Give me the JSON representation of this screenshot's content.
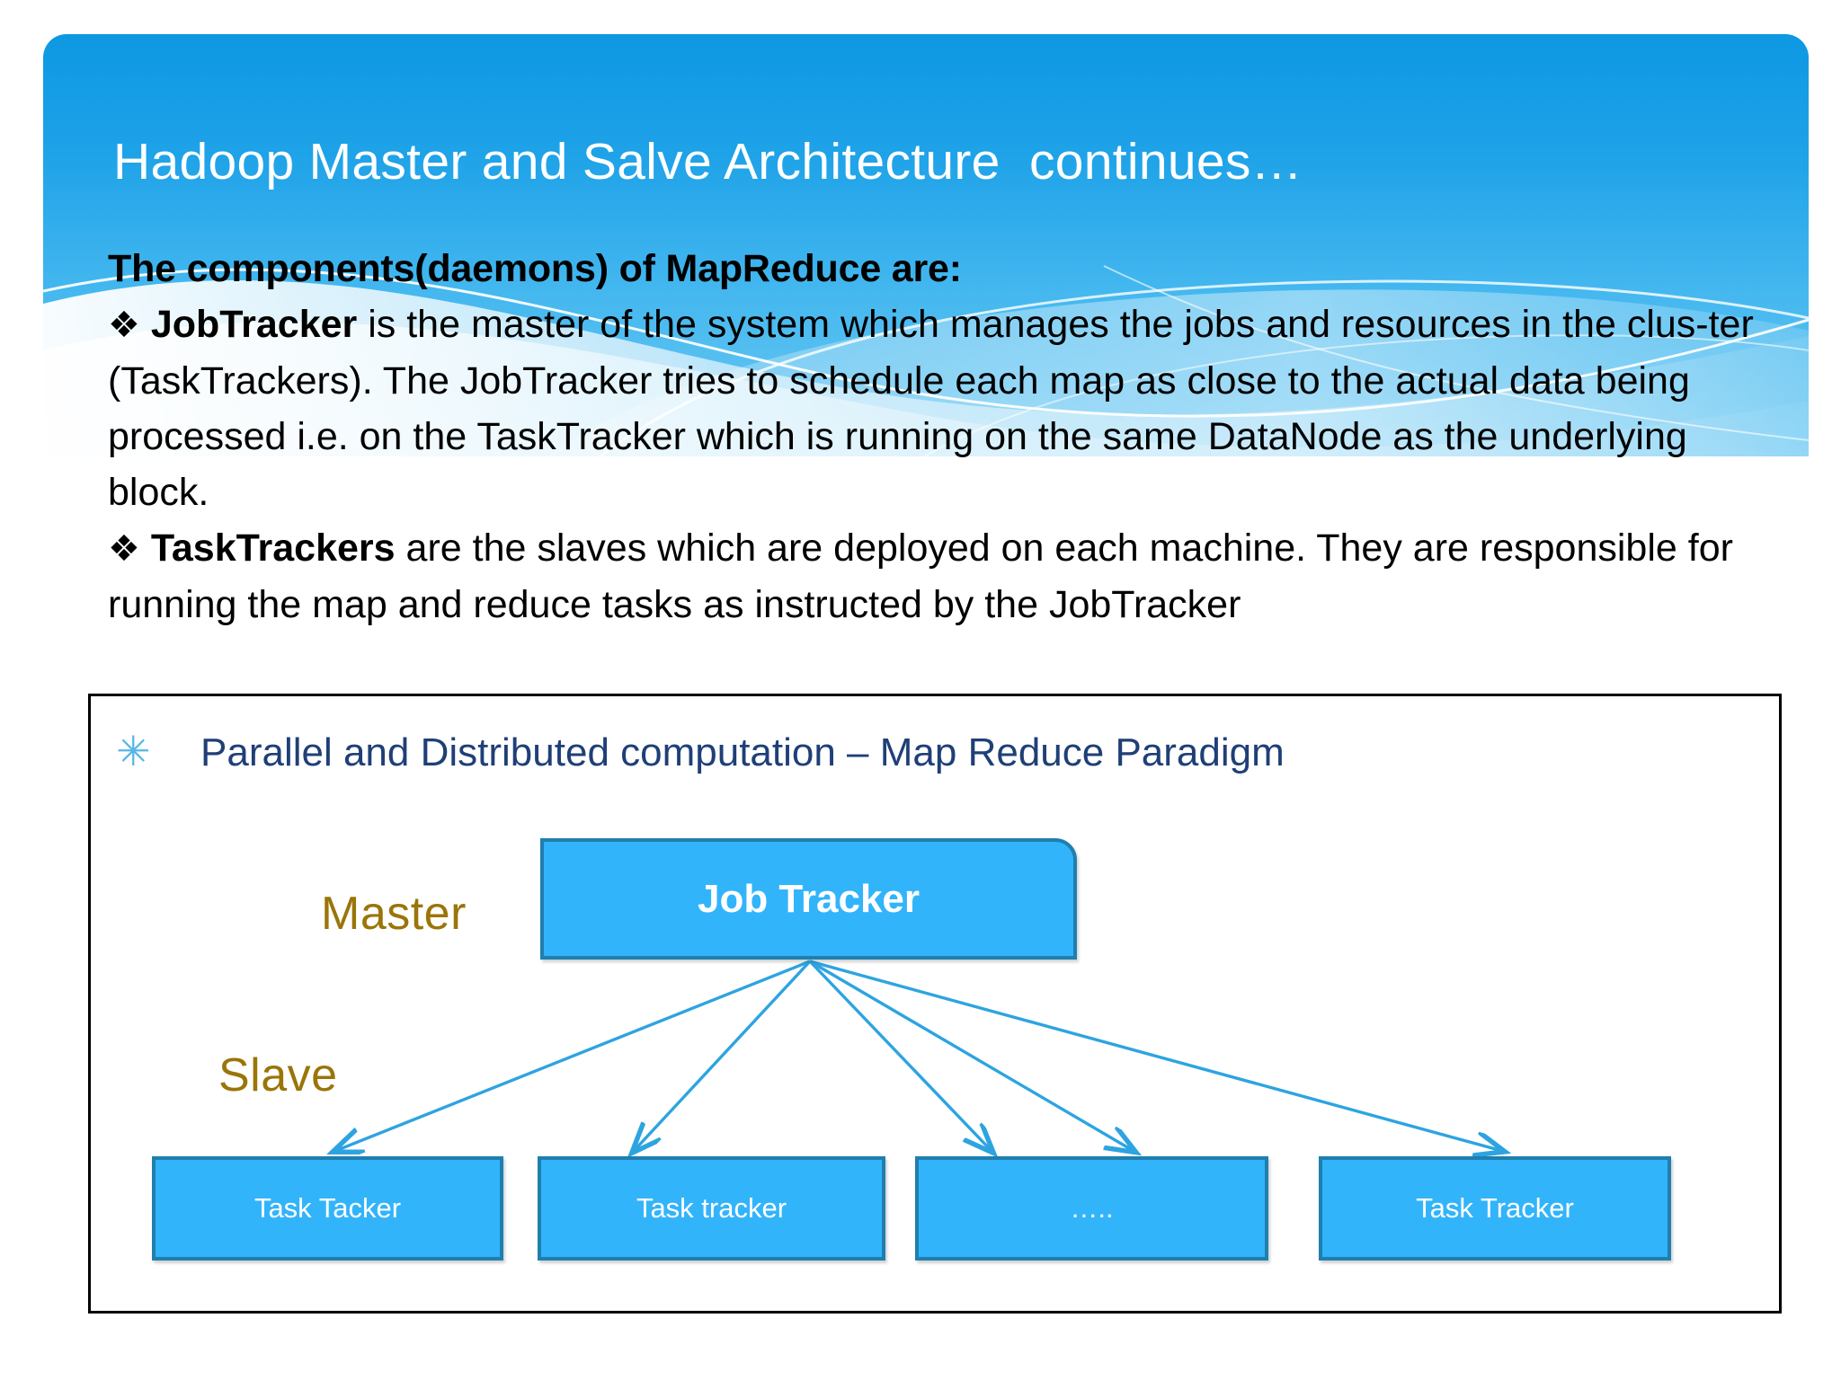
{
  "slide": {
    "title": "Hadoop Master and Salve Architecture  continues…",
    "lead": "The components(daemons) of MapReduce are:",
    "bullet_glyph": "❖",
    "bullets": [
      {
        "term": "JobTracker",
        "text": " is the master of the system which manages the jobs and resources in the clus-ter (TaskTrackers). The JobTracker tries to schedule each map as close to the actual data being processed i.e. on the TaskTracker which is running on the same DataNode as the underlying block."
      },
      {
        "term": "TaskTrackers",
        "text": " are the slaves which are deployed on each machine. They are responsible for running the map and reduce tasks as instructed by the JobTracker"
      }
    ]
  },
  "diagram": {
    "heading": "Parallel and Distributed computation – Map Reduce Paradigm",
    "heading_bullet": "✳",
    "labels": {
      "master": "Master",
      "slave": "Slave"
    },
    "master_node": "Job Tracker",
    "slave_nodes": [
      "Task Tacker",
      "Task tracker",
      "…..",
      "Task Tracker"
    ]
  },
  "colors": {
    "banner_top": "#0d98e2",
    "banner_bottom": "#6ec9f3",
    "node_fill": "#32b4fb",
    "node_border": "#1f7fae",
    "arrow": "#2da4e0",
    "heading_text": "#1f3f77",
    "side_label": "#9a7508",
    "title_text": "#ffffff"
  }
}
